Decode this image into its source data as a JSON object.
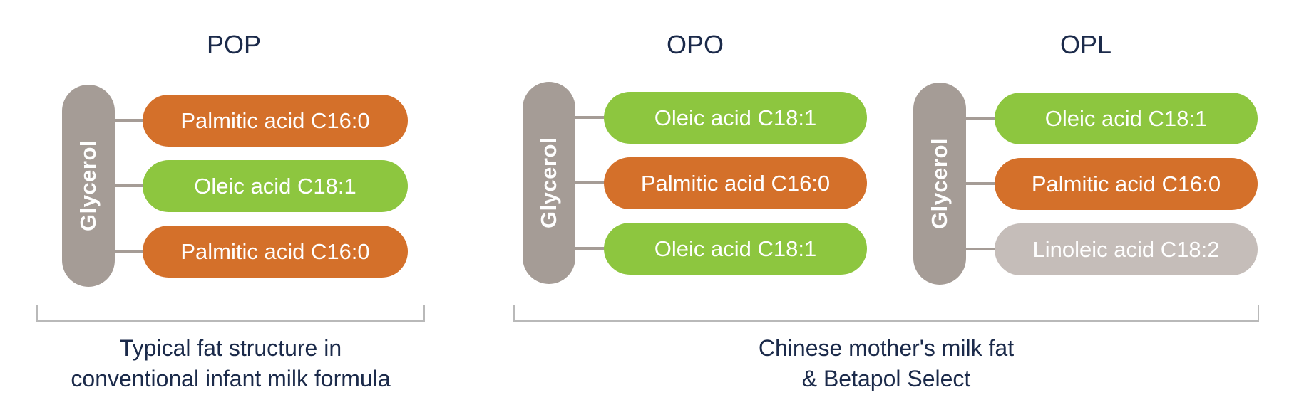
{
  "colors": {
    "palmitic": "#d4702a",
    "oleic": "#8dc63f",
    "linoleic": "#c5bdb9",
    "glycerol": "#a59c96",
    "text_dark": "#1b2a4a",
    "bracket": "#b9b9b9"
  },
  "diagrams": [
    {
      "title": "POP",
      "backbone": "Glycerol",
      "chains": [
        {
          "label": "Palmitic acid C16:0",
          "type": "palmitic"
        },
        {
          "label": "Oleic acid C18:1",
          "type": "oleic"
        },
        {
          "label": "Palmitic acid C16:0",
          "type": "palmitic"
        }
      ]
    },
    {
      "title": "OPO",
      "backbone": "Glycerol",
      "chains": [
        {
          "label": "Oleic acid C18:1",
          "type": "oleic"
        },
        {
          "label": "Palmitic acid C16:0",
          "type": "palmitic"
        },
        {
          "label": "Oleic acid C18:1",
          "type": "oleic"
        }
      ]
    },
    {
      "title": "OPL",
      "backbone": "Glycerol",
      "chains": [
        {
          "label": "Oleic acid C18:1",
          "type": "oleic"
        },
        {
          "label": "Palmitic acid C16:0",
          "type": "palmitic"
        },
        {
          "label": "Linoleic acid C18:2",
          "type": "linoleic"
        }
      ]
    }
  ],
  "groups": [
    {
      "caption_lines": [
        "Typical fat structure in",
        "conventional infant milk formula"
      ]
    },
    {
      "caption_lines": [
        "Chinese mother's milk fat",
        "& Betapol Select"
      ]
    }
  ]
}
